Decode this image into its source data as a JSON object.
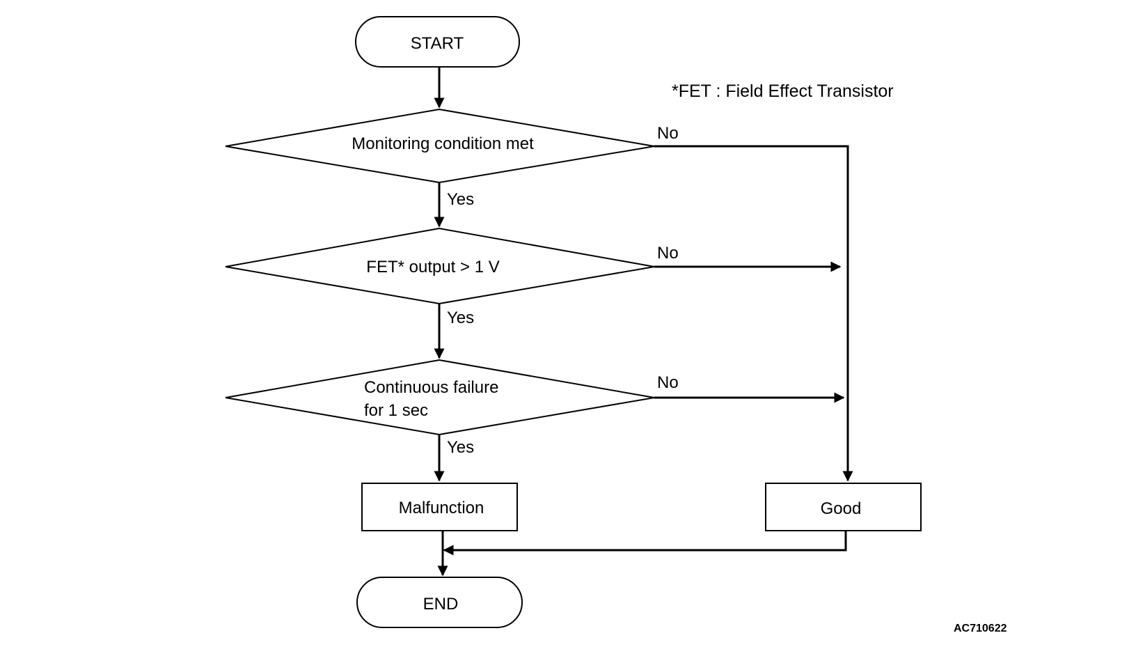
{
  "nodes": {
    "start": "START",
    "decision_monitoring": "Monitoring condition met",
    "decision_fet_output": "FET* output > 1 V",
    "decision_continuous_line1": "Continuous failure",
    "decision_continuous_line2": "for 1 sec",
    "malfunction": "Malfunction",
    "good": "Good",
    "end": "END"
  },
  "edges": {
    "yes_1": "Yes",
    "yes_2": "Yes",
    "yes_3": "Yes",
    "no_1": "No",
    "no_2": "No",
    "no_3": "No"
  },
  "footnote": "*FET : Field Effect Transistor",
  "figure_id": "AC710622",
  "colors": {
    "line": "#000000",
    "background": "#ffffff"
  }
}
